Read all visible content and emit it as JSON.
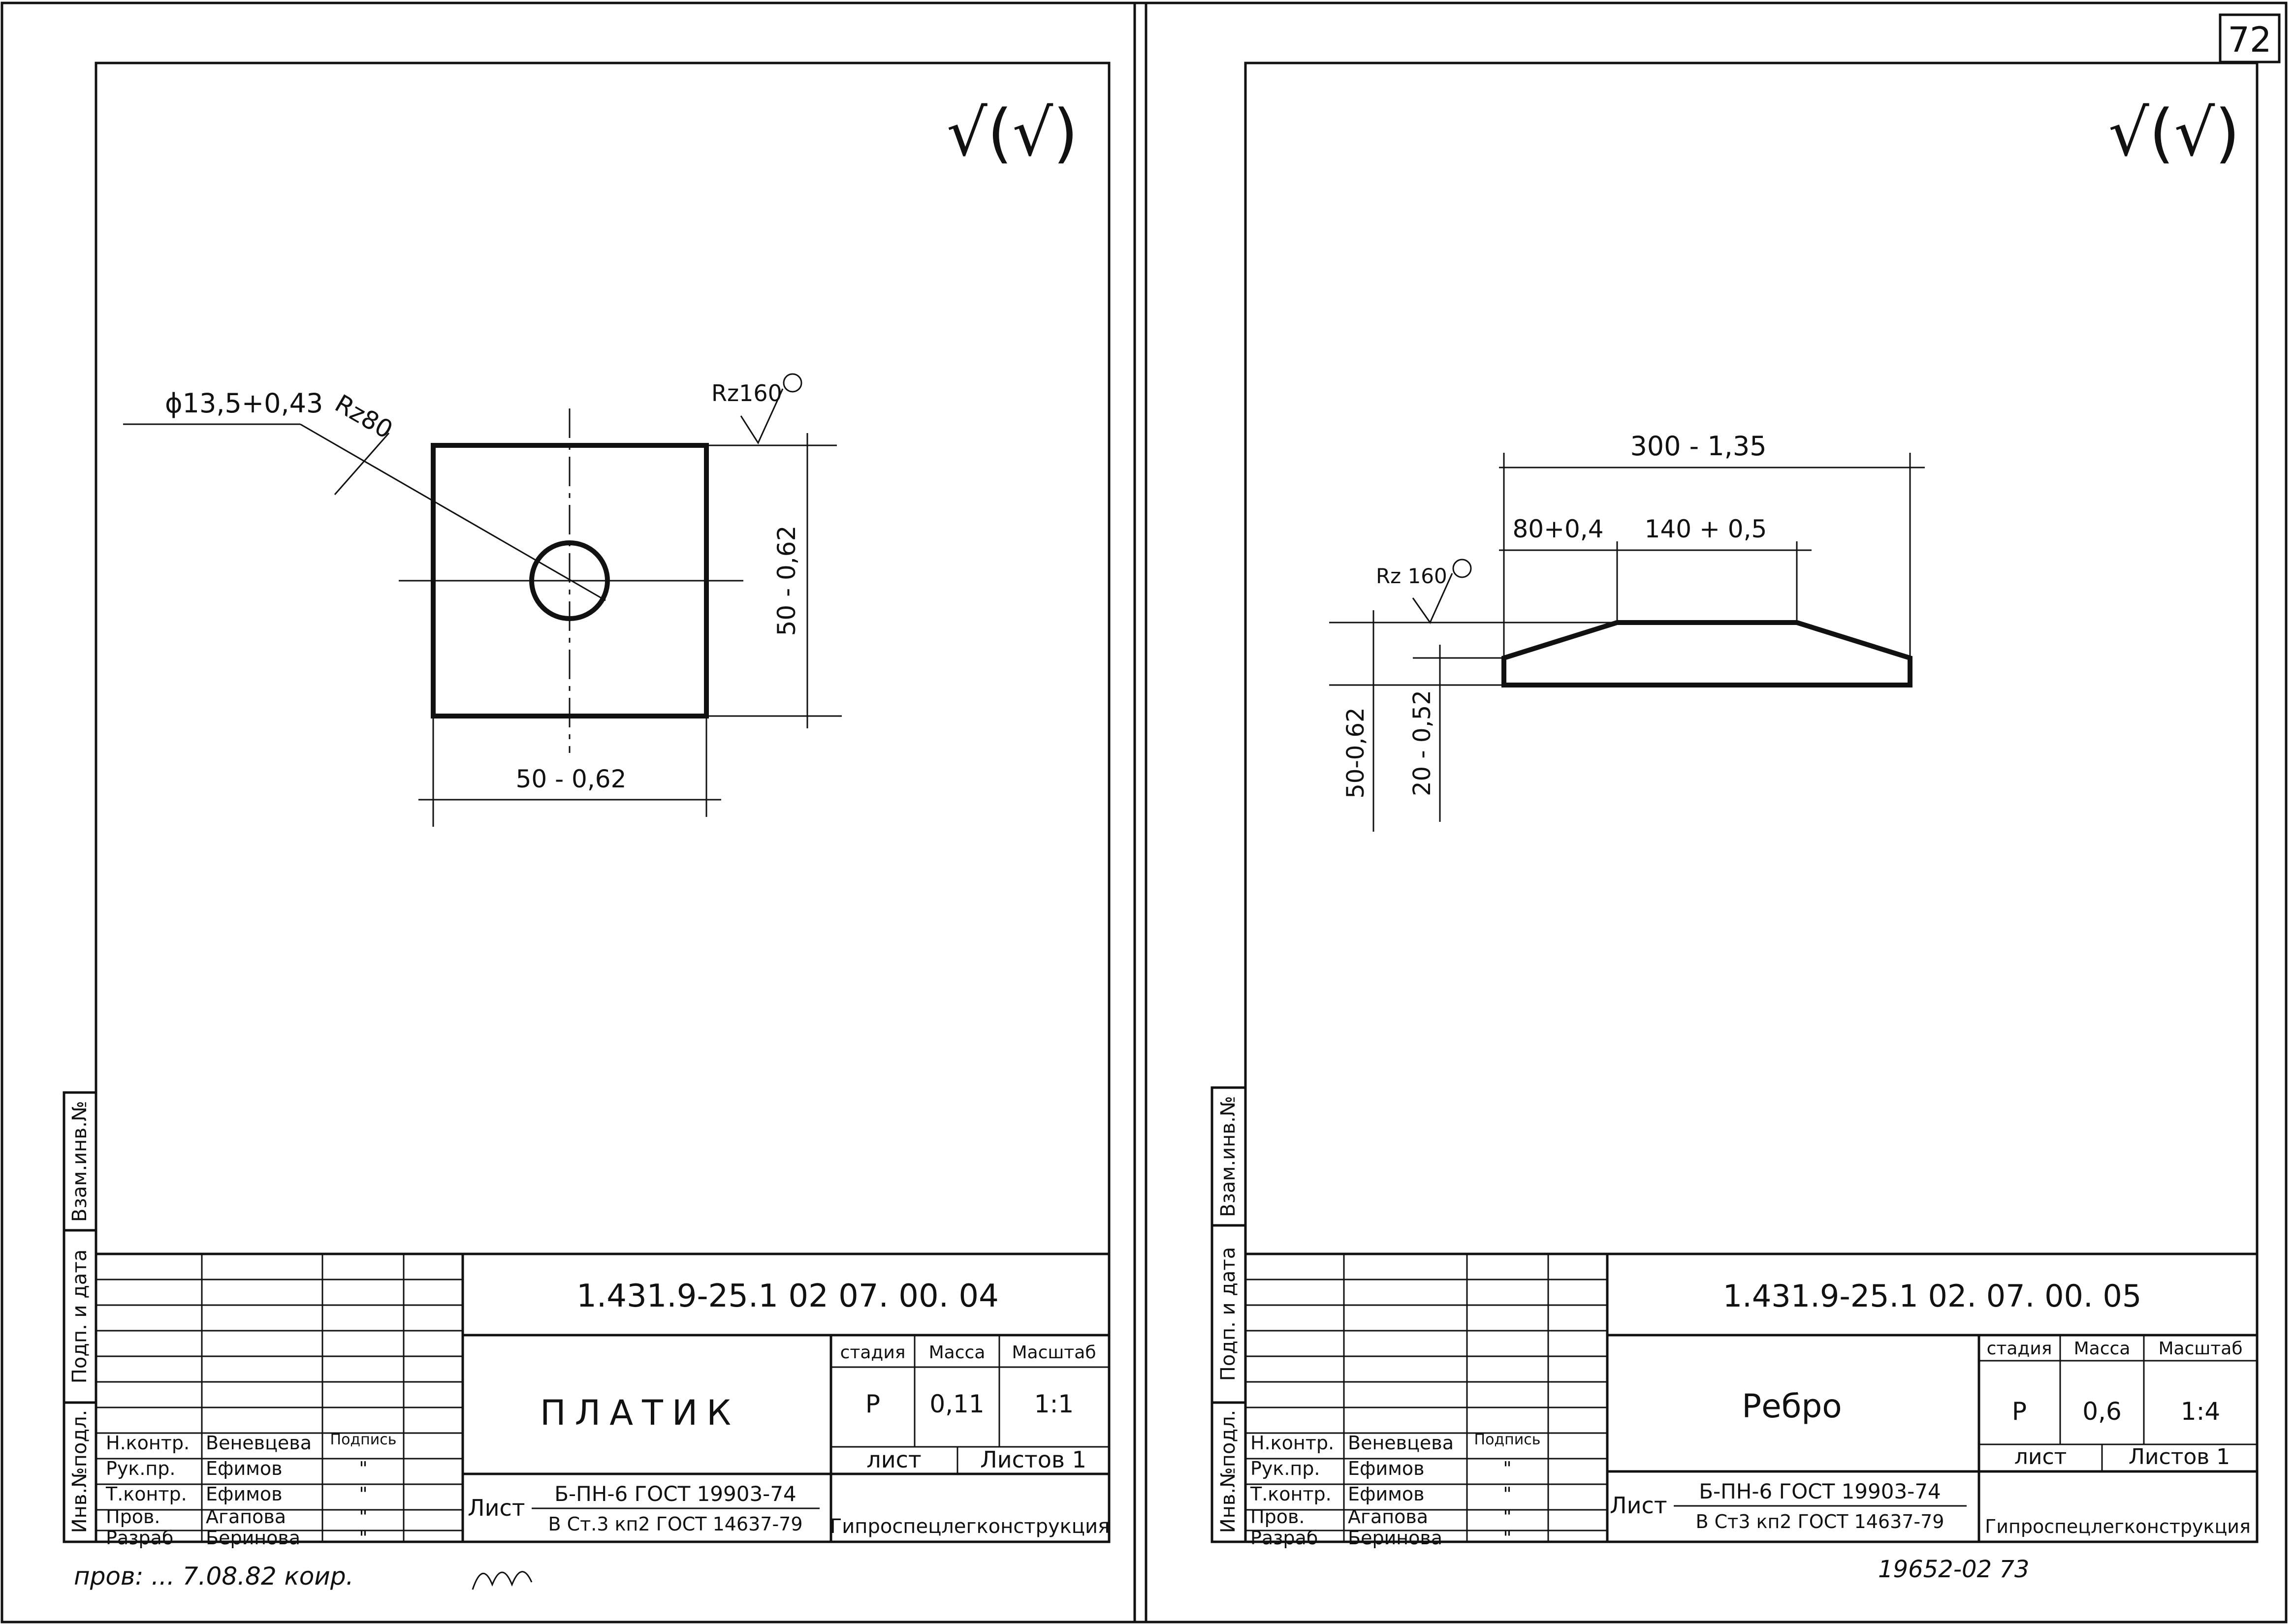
{
  "page_number": "72",
  "left_sheet": {
    "roughness_symbol": "√(√)",
    "dim_hole": "ϕ13,5+0,43",
    "dim_rz80": "Rz80",
    "dim_rz160": "Rz160",
    "dim_height": "50 - 0,62",
    "dim_width": "50 - 0,62",
    "side_labels": [
      "Взам.инв.№",
      "Подп. и дата",
      "Инв.№подл."
    ],
    "titleblock": {
      "designation": "1.431.9-25.1     02 07. 00. 04",
      "name": "ПЛАТИК",
      "hdr_stage": "стадия",
      "hdr_mass": "Масса",
      "hdr_scale": "Масштаб",
      "stage": "Р",
      "mass": "0,11",
      "scale": "1:1",
      "sheet": "лист",
      "sheets": "Листов 1",
      "material_prefix": "Лист",
      "material_top": "Б-ПН-6 ГОСТ 19903-74",
      "material_bottom": "В Ст.3 кп2 ГОСТ 14637-79",
      "org": "Гипроспецлегконструкция",
      "podpis_header": "Подпись",
      "roles": [
        "Н.контр.",
        "Рук.пр.",
        "Т.контр.",
        "Пров.",
        "Разраб"
      ],
      "names": [
        "Веневцева",
        "Ефимов",
        "Ефимов",
        "Агапова",
        "Беринова"
      ],
      "signs": [
        "\"",
        "\"",
        "\"",
        "\""
      ]
    },
    "handwritten_note": "пров: ...  7.08.82 коир."
  },
  "right_sheet": {
    "roughness_symbol": "√(√)",
    "dim_total": "300 - 1,35",
    "dim_left": "80+0,4",
    "dim_mid": "140 + 0,5",
    "dim_rz160": "Rz 160",
    "dim_h50": "50-0,62",
    "dim_h20": "20 - 0,52",
    "side_labels": [
      "Взам.инв.№",
      "Подп. и дата",
      "Инв.№подл."
    ],
    "titleblock": {
      "designation": "1.431.9-25.1    02. 07. 00. 05",
      "name": "Ребро",
      "hdr_stage": "стадия",
      "hdr_mass": "Масса",
      "hdr_scale": "Масштаб",
      "stage": "Р",
      "mass": "0,6",
      "scale": "1:4",
      "sheet": "лист",
      "sheets": "Листов 1",
      "material_prefix": "Лист",
      "material_top": "Б-ПН-6 ГОСТ 19903-74",
      "material_bottom": "В Ст3 кп2 ГОСТ 14637-79",
      "org": "Гипроспецлегконструкция",
      "podpis_header": "Подпись",
      "roles": [
        "Н.контр.",
        "Рук.пр.",
        "Т.контр.",
        "Пров.",
        "Разраб"
      ],
      "names": [
        "Веневцева",
        "Ефимов",
        "Ефимов",
        "Агапова",
        "Беринова"
      ],
      "signs": [
        "\"",
        "\"",
        "\"",
        "\""
      ]
    },
    "footer_number": "19652-02   73"
  }
}
